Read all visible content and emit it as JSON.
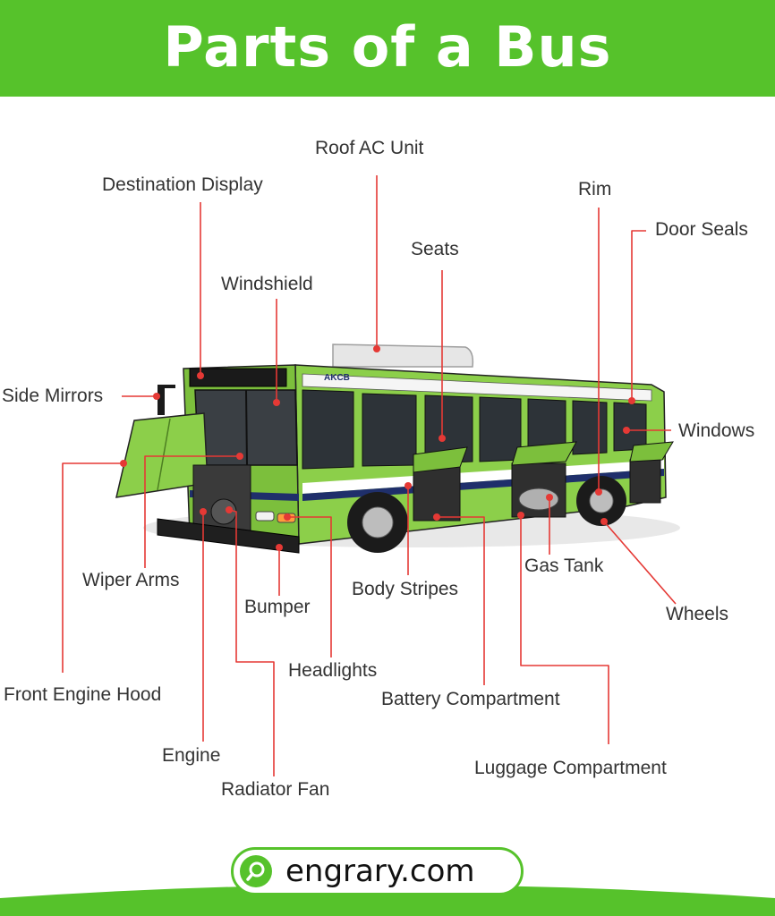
{
  "title": "Parts of a Bus",
  "bus": {
    "fleet_text": "AKCB"
  },
  "labels": {
    "roof_ac_unit": "Roof AC Unit",
    "destination_display": "Destination Display",
    "rim": "Rim",
    "door_seals": "Door Seals",
    "seats": "Seats",
    "windshield": "Windshield",
    "side_mirrors": "Side Mirrors",
    "windows": "Windows",
    "wiper_arms": "Wiper Arms",
    "gas_tank": "Gas Tank",
    "body_stripes": "Body Stripes",
    "bumper": "Bumper",
    "wheels": "Wheels",
    "headlights": "Headlights",
    "front_engine_hood": "Front Engine Hood",
    "battery_compartment": "Battery Compartment",
    "engine": "Engine",
    "luggage_compartment": "Luggage Compartment",
    "radiator_fan": "Radiator Fan"
  },
  "footer": {
    "brand": "engrary.com",
    "icon": "search-icon"
  },
  "colors": {
    "brand_green": "#56c22b",
    "bus_green": "#8ccf4a",
    "leader_red": "#e53935",
    "stripe_navy": "#1f2f6b"
  }
}
